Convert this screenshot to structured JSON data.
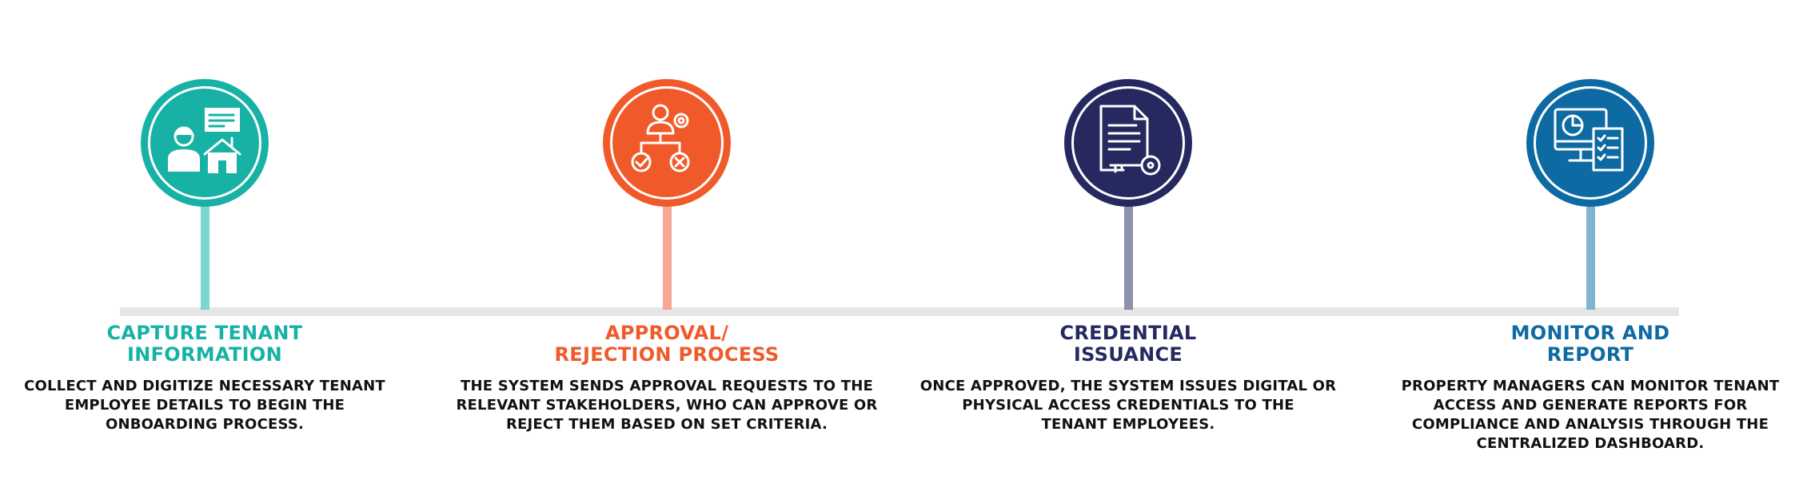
{
  "colors": {
    "teal": "#17b2a5",
    "teal_stem": "#7dd6cf",
    "orange": "#f05a2b",
    "orange_stem": "#f6a892",
    "navy": "#25295f",
    "navy_stem": "#8d90ac",
    "blue": "#0d6aa3",
    "blue_stem": "#80b4d2",
    "timeline": "#e6e6e6"
  },
  "steps": [
    {
      "icon": "tenant-house-document-icon",
      "title_lines": [
        "CAPTURE TENANT",
        "INFORMATION"
      ],
      "desc_lines": [
        "COLLECT AND DIGITIZE NECESSARY TENANT",
        "EMPLOYEE DETAILS TO BEGIN THE",
        "ONBOARDING PROCESS."
      ]
    },
    {
      "icon": "approval-workflow-icon",
      "title_lines": [
        "APPROVAL/",
        "REJECTION PROCESS"
      ],
      "desc_lines": [
        "THE SYSTEM SENDS APPROVAL REQUESTS TO THE",
        "RELEVANT STAKEHOLDERS, WHO CAN APPROVE OR",
        "REJECT THEM BASED ON SET CRITERIA."
      ]
    },
    {
      "icon": "document-key-icon",
      "title_lines": [
        "CREDENTIAL",
        "ISSUANCE"
      ],
      "desc_lines": [
        "ONCE APPROVED, THE SYSTEM ISSUES DIGITAL OR",
        "PHYSICAL ACCESS CREDENTIALS TO THE",
        "TENANT EMPLOYEES."
      ]
    },
    {
      "icon": "monitor-report-icon",
      "title_lines": [
        "MONITOR AND",
        "REPORT"
      ],
      "desc_lines": [
        "PROPERTY MANAGERS CAN MONITOR TENANT",
        "ACCESS AND GENERATE REPORTS FOR",
        "COMPLIANCE AND ANALYSIS THROUGH THE",
        "CENTRALIZED DASHBOARD."
      ]
    }
  ]
}
